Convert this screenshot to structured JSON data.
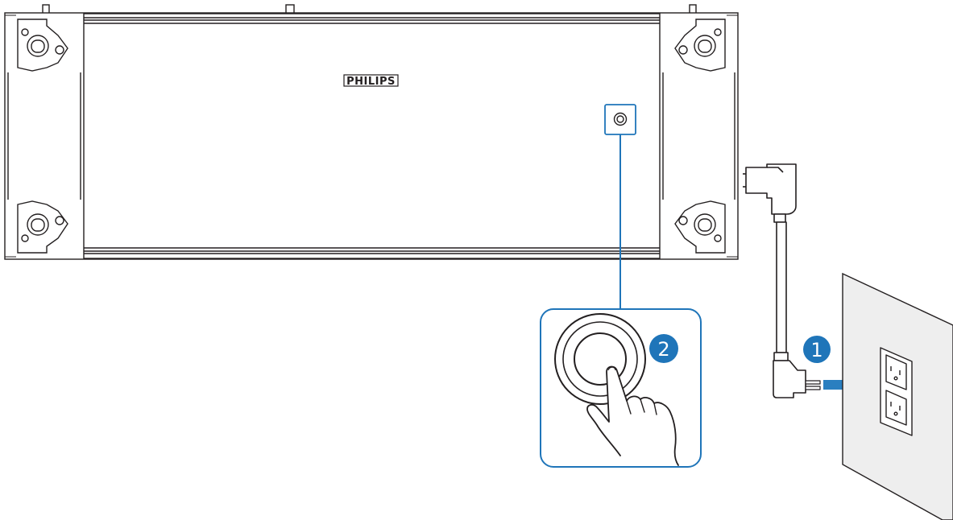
{
  "diagram": {
    "brand_label": "PHILIPS",
    "steps": [
      {
        "number": "1",
        "meaning": "plug-into-outlet"
      },
      {
        "number": "2",
        "meaning": "press-power-button"
      }
    ],
    "colors": {
      "outline": "#231f20",
      "accent_blue": "#1f75b9",
      "wall_fill": "#eeeeee",
      "arrow_blue": "#2a7fc0"
    }
  }
}
